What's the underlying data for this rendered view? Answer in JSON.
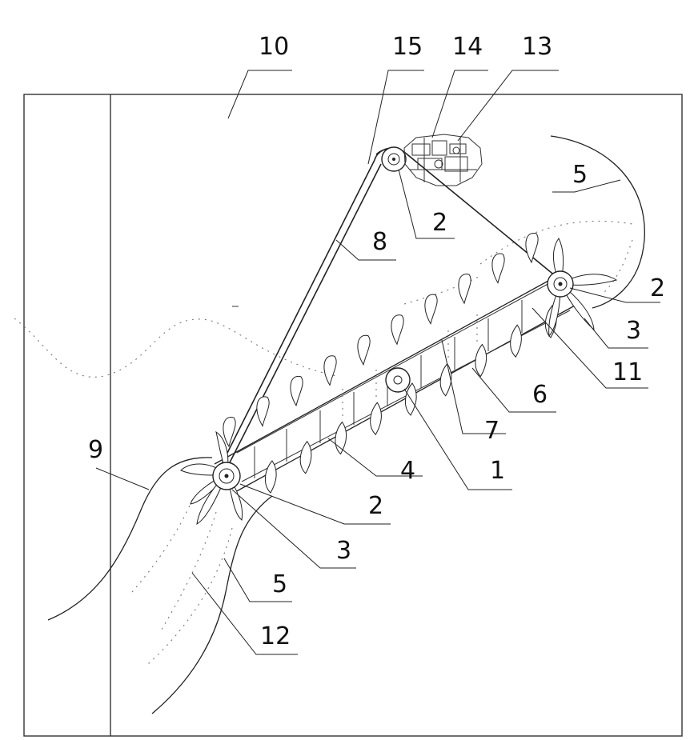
{
  "labels": {
    "l10": "10",
    "l15": "15",
    "l14": "14",
    "l13": "13",
    "l5_top": "5",
    "l2_top": "2",
    "l8": "8",
    "l2_right": "2",
    "l3_right": "3",
    "l11": "11",
    "l6": "6",
    "l7": "7",
    "l1": "1",
    "l4": "4",
    "l9": "9",
    "l2_bottom": "2",
    "l3_bottom": "3",
    "l5_bottom": "5",
    "l12": "12"
  }
}
